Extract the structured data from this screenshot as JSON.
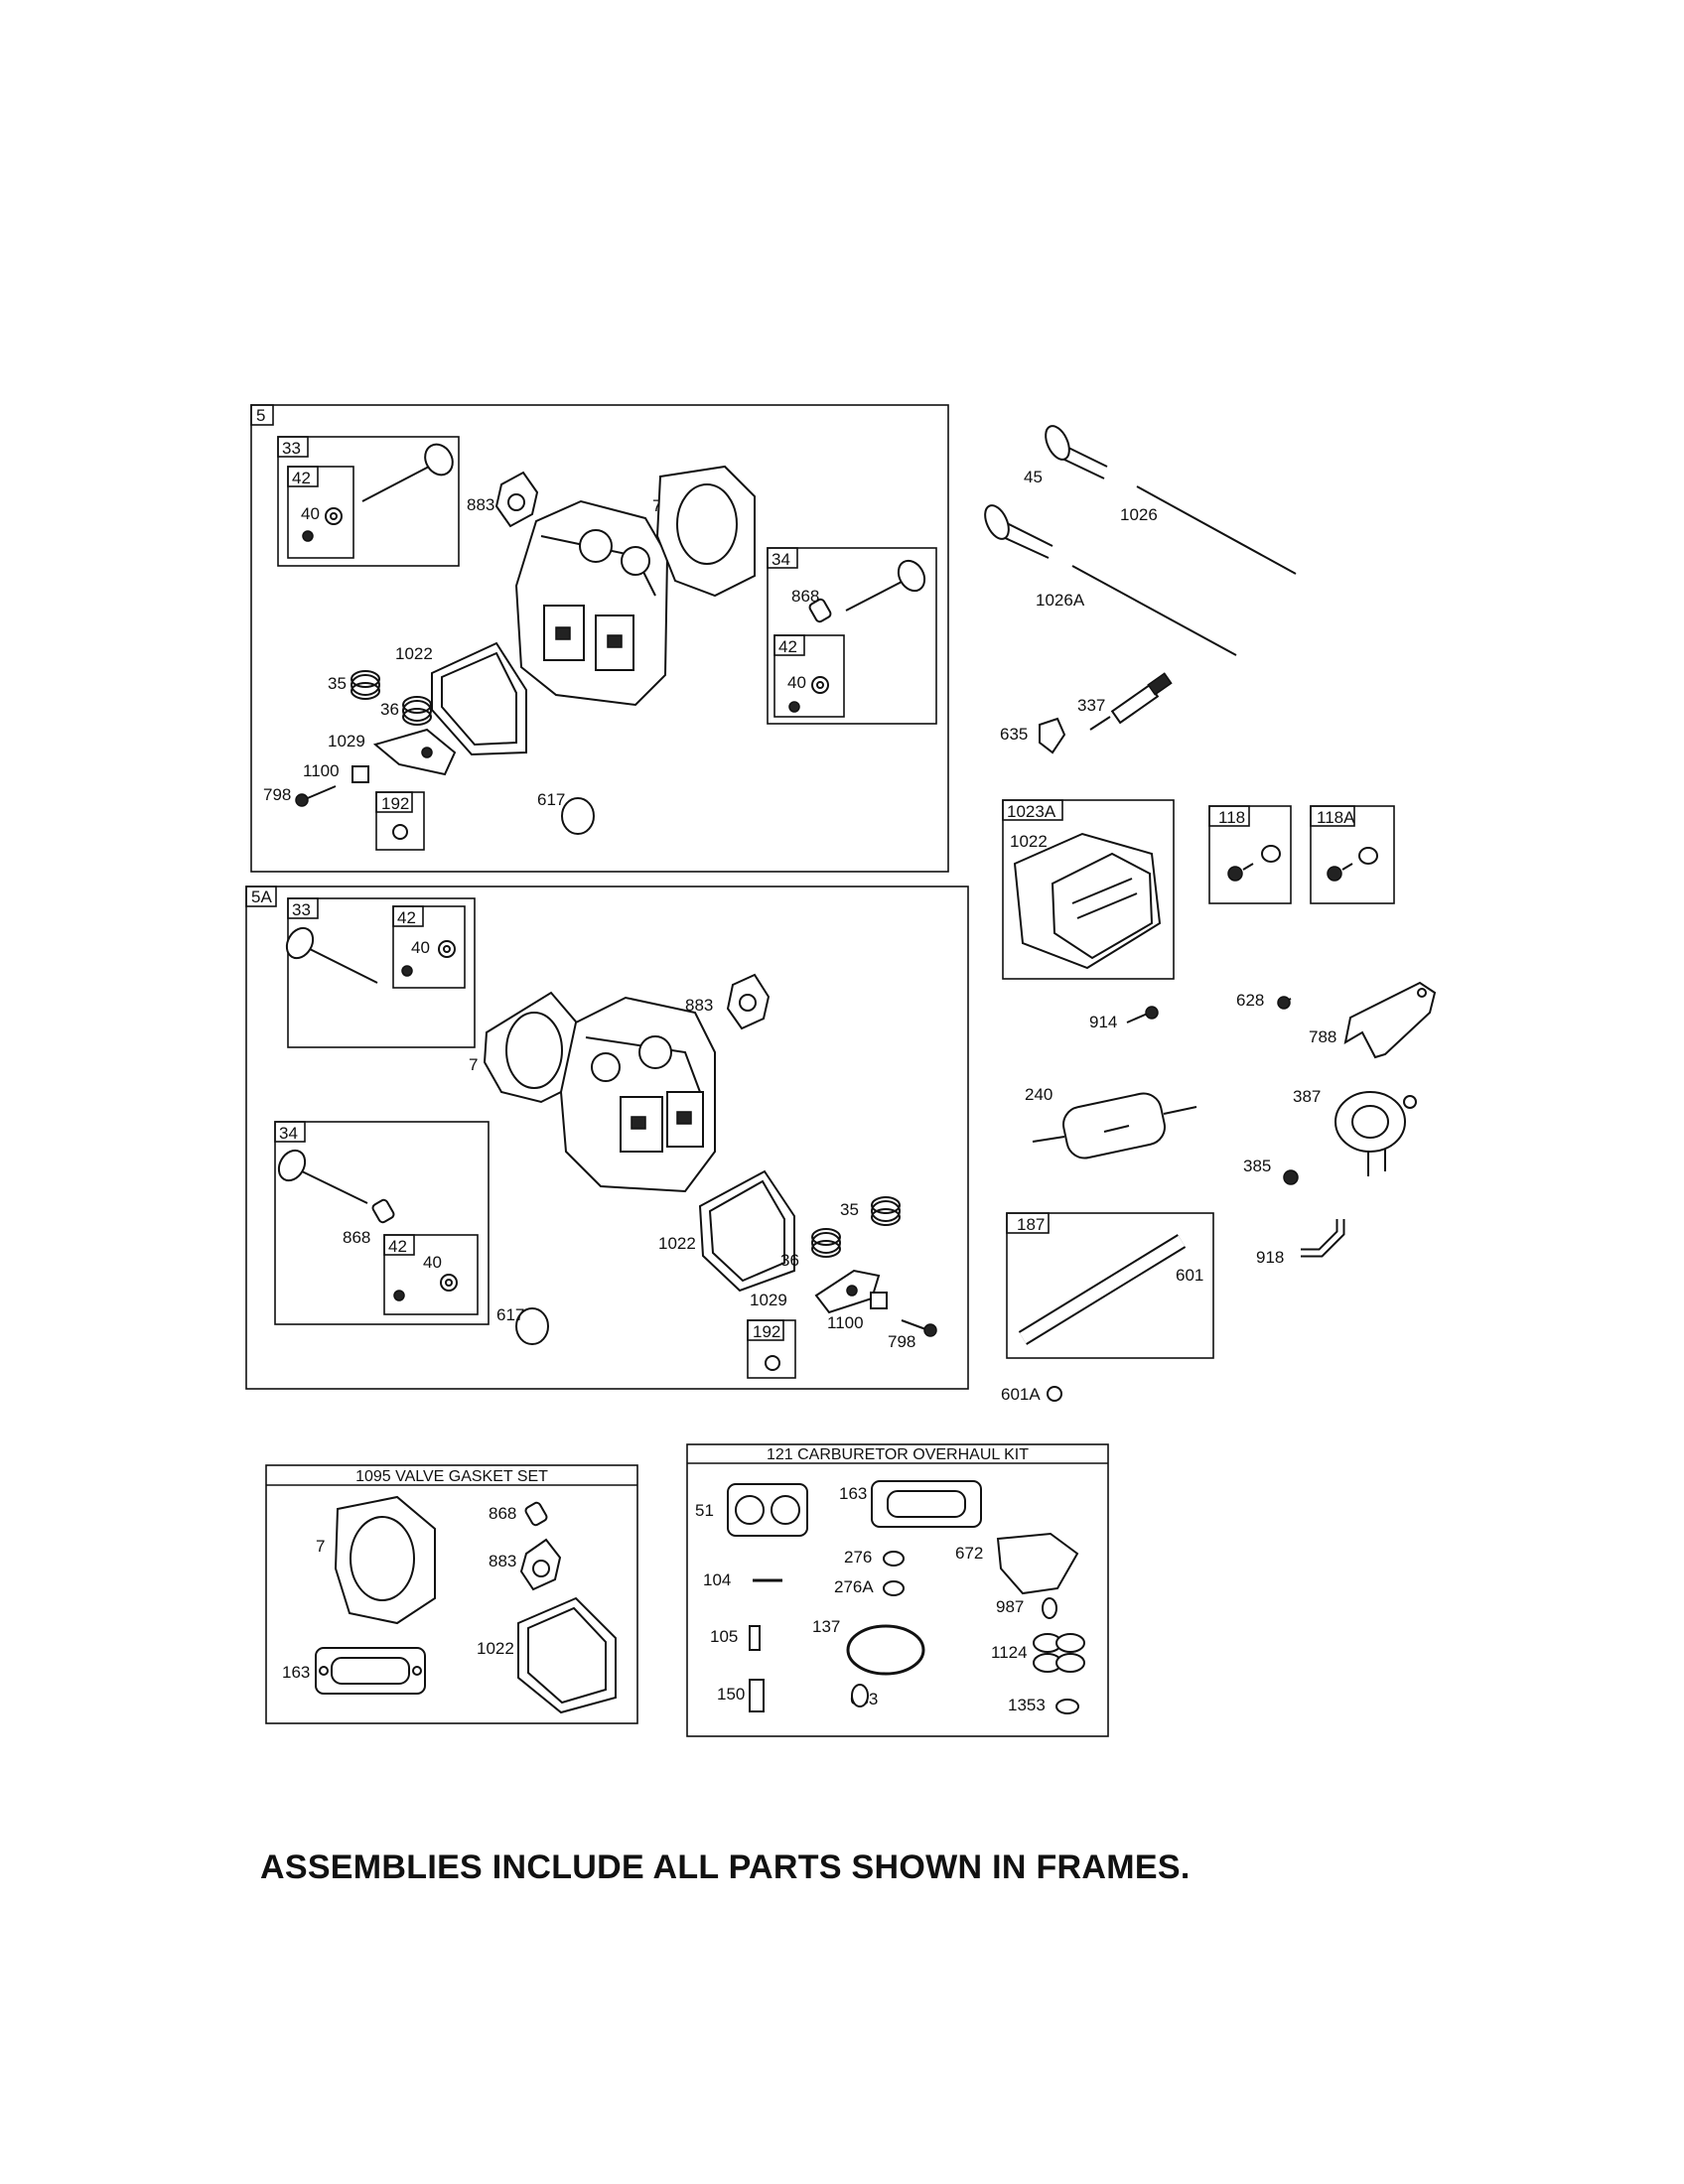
{
  "footer_note": "ASSEMBLIES INCLUDE ALL PARTS SHOWN IN FRAMES.",
  "frames": {
    "f5": "5",
    "f5_33": "33",
    "f5_42a": "42",
    "f5_34": "34",
    "f5_42b": "42",
    "f5_192": "192",
    "f5a": "5A",
    "f5a_33": "33",
    "f5a_42a": "42",
    "f5a_34": "34",
    "f5a_42b": "42",
    "f5a_192": "192",
    "f1023a": "1023A",
    "f118": "118",
    "f118a": "118A",
    "f187": "187",
    "kit_1095": "1095 VALVE GASKET SET",
    "kit_121": "121 CARBURETOR OVERHAUL KIT"
  },
  "labels": {
    "a5_40": "40",
    "a5_883": "883",
    "a5_7": "7",
    "a5_868": "868",
    "a5_40b": "40",
    "a5_1022": "1022",
    "a5_35": "35",
    "a5_36": "36",
    "a5_1029": "1029",
    "a5_1100": "1100",
    "a5_798": "798",
    "a5_617": "617",
    "r_45": "45",
    "r_1026": "1026",
    "r_1026a": "1026A",
    "r_337": "337",
    "r_635": "635",
    "r_1022": "1022",
    "r_914": "914",
    "r_628": "628",
    "r_788": "788",
    "r_240": "240",
    "r_387": "387",
    "r_385": "385",
    "r_601": "601",
    "r_918": "918",
    "r_601a": "601A",
    "b_40": "40",
    "b_883": "883",
    "b_7": "7",
    "b_868": "868",
    "b_40b": "40",
    "b_617": "617",
    "b_1022": "1022",
    "b_35": "35",
    "b_36": "36",
    "b_1029": "1029",
    "b_1100": "1100",
    "b_798": "798",
    "k1_7": "7",
    "k1_868": "868",
    "k1_883": "883",
    "k1_1022": "1022",
    "k1_163": "163",
    "k2_51": "51",
    "k2_163": "163",
    "k2_276": "276",
    "k2_672": "672",
    "k2_104": "104",
    "k2_276a": "276A",
    "k2_987": "987",
    "k2_105": "105",
    "k2_137": "137",
    "k2_1124": "1124",
    "k2_150": "150",
    "k2_633": "633",
    "k2_1353": "1353"
  }
}
